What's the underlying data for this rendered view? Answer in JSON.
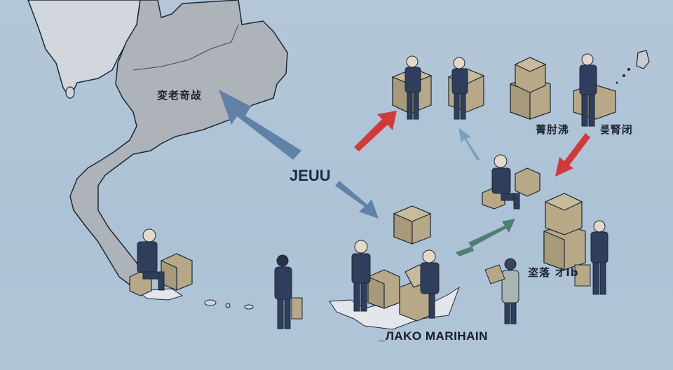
{
  "scene": {
    "background_color": "#b0c4d8",
    "land_color_light": "#d0d6dc",
    "land_color": "#adb3b9",
    "outline_color": "#1c2838"
  },
  "labels": {
    "map_region": "変老竒敁",
    "center": "JEUU",
    "top_right_left": "菁肘沸",
    "top_right_right": "릊腎闭",
    "right_middle": "垐落 オIb",
    "bottom": "_ЛAKO MARIHAIN"
  },
  "arrows": [
    {
      "name": "blue-arrow-to-map",
      "color": "#5f82a6"
    },
    {
      "name": "blue-arrow-to-center",
      "color": "#5f82a6"
    },
    {
      "name": "red-arrow-up",
      "color": "#d03a3a"
    },
    {
      "name": "red-arrow-down",
      "color": "#d03a3a"
    },
    {
      "name": "light-blue-arrow-up",
      "color": "#7b9fc2"
    },
    {
      "name": "green-double-arrow",
      "color": "#4e7f74"
    }
  ],
  "colors": {
    "suit": "#2f3e5c",
    "box": "#b7a887",
    "box_dark": "#9c8f70",
    "skin": "#e4d8c8"
  }
}
